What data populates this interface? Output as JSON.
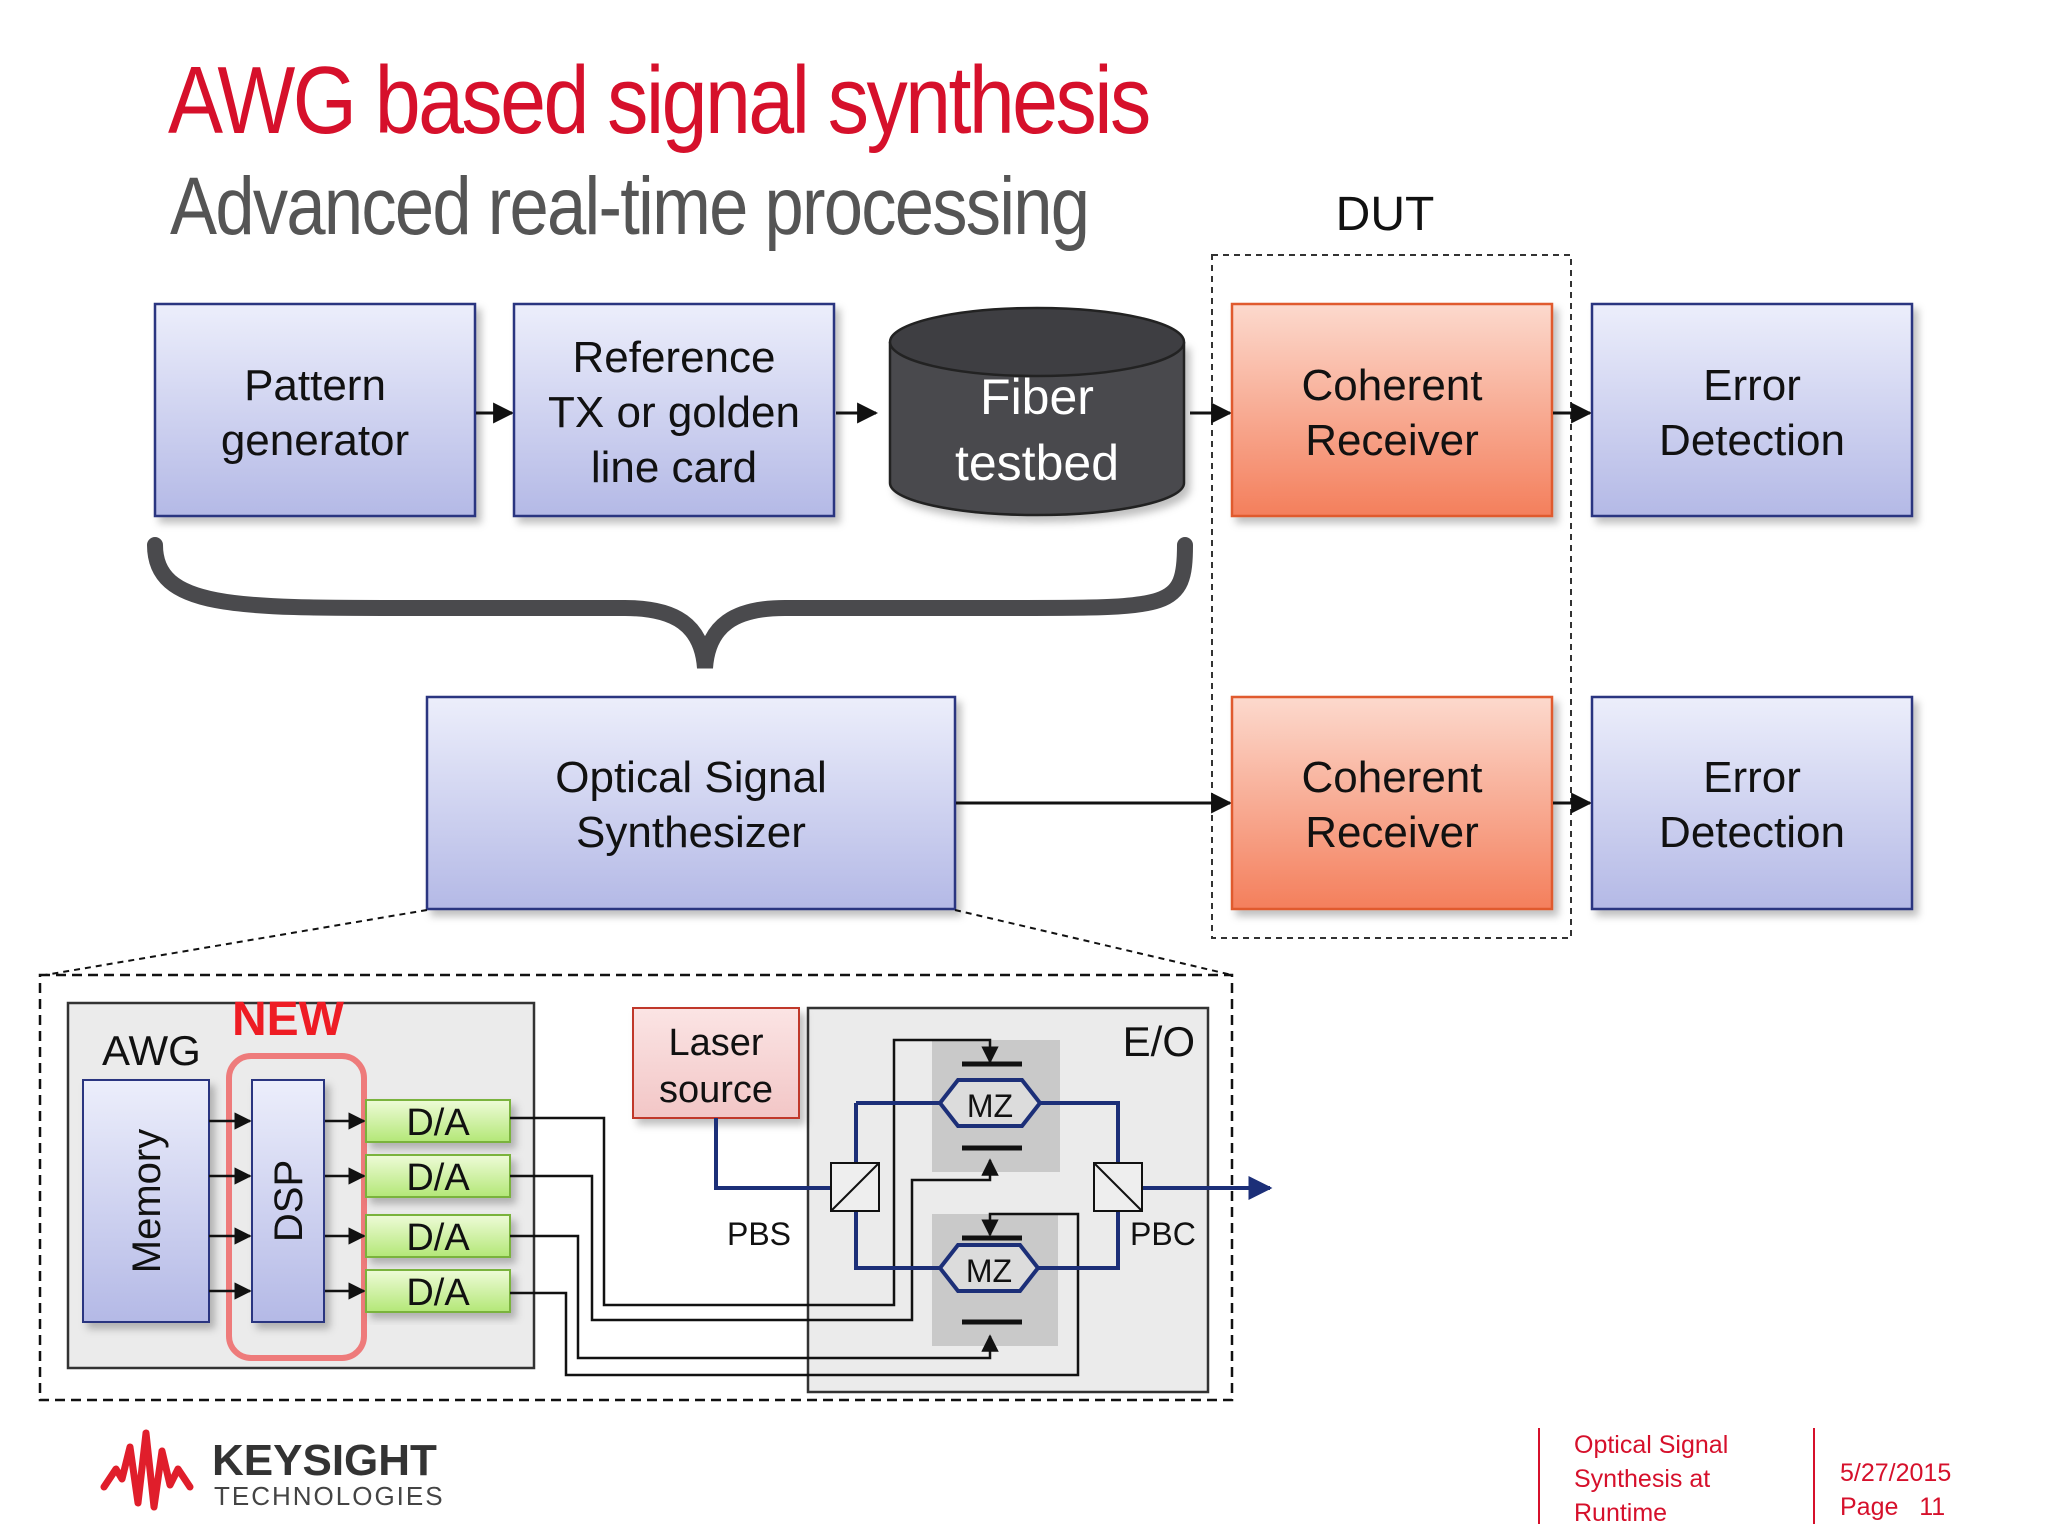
{
  "title": "AWG based signal synthesis",
  "subtitle": "Advanced real-time processing",
  "dut_label": "DUT",
  "top_row": {
    "pattern_generator": [
      "Pattern",
      "generator"
    ],
    "reference_tx": [
      "Reference",
      "TX or golden",
      "line card"
    ],
    "fiber_testbed": [
      "Fiber",
      "testbed"
    ],
    "coherent_receiver": [
      "Coherent",
      "Receiver"
    ],
    "error_detection": [
      "Error",
      "Detection"
    ]
  },
  "bottom_row": {
    "optical_signal_synthesizer": [
      "Optical Signal",
      "Synthesizer"
    ],
    "coherent_receiver": [
      "Coherent",
      "Receiver"
    ],
    "error_detection": [
      "Error",
      "Detection"
    ]
  },
  "detail": {
    "awg_label": "AWG",
    "new_label": "NEW",
    "memory_label": "Memory",
    "dsp_label": "DSP",
    "da_labels": [
      "D/A",
      "D/A",
      "D/A",
      "D/A"
    ],
    "laser_source": [
      "Laser",
      "source"
    ],
    "eo_label": "E/O",
    "mz_labels": [
      "MZ",
      "MZ"
    ],
    "pbs_label": "PBS",
    "pbc_label": "PBC"
  },
  "footer": {
    "brand": "KEYSIGHT",
    "brand_sub": "TECHNOLOGIES",
    "doc_title": [
      "Optical Signal",
      "Synthesis at",
      "Runtime"
    ],
    "date": "5/27/2015",
    "page_label": "Page",
    "page_number": "11"
  },
  "colors": {
    "accent_red": "#d6102b",
    "block_blue": "#c4c8ea",
    "receiver_orange": "#f58b6c",
    "fiber_dark": "#4a4a4d",
    "signal_blue": "#1c2f78",
    "da_green": "#c6ef8f"
  }
}
